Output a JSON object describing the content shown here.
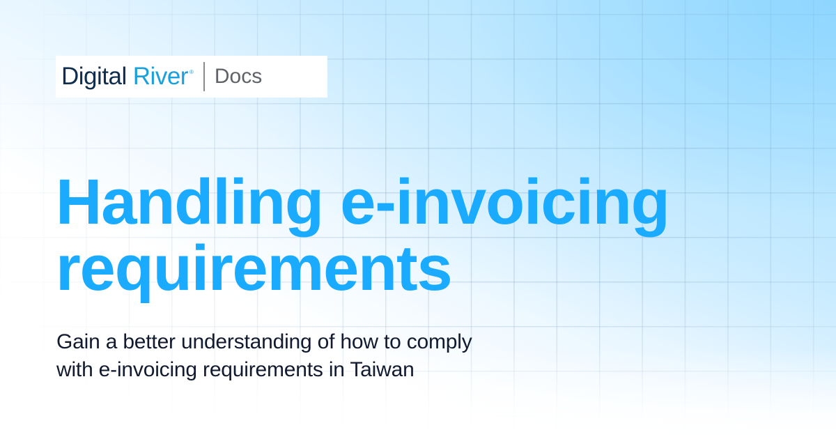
{
  "brand": {
    "logo_primary": "Digital",
    "logo_secondary": "River",
    "registered_mark": "®",
    "section_label": "Docs",
    "colors": {
      "navy": "#0f2d4f",
      "river_blue": "#1aa0dc",
      "docs_gray": "#5f6368"
    }
  },
  "hero": {
    "title_lines": [
      "Handling e-invoicing",
      "requirements"
    ],
    "subtitle_lines": [
      "Gain a better understanding of how to comply",
      "with e-invoicing requirements in Taiwan"
    ],
    "colors": {
      "title": "#1aabff",
      "subtitle": "#111a2e"
    }
  },
  "background": {
    "gradient_from": "#ffffff",
    "gradient_to": "#8ed6ff",
    "grid": "light-blue-grid"
  }
}
